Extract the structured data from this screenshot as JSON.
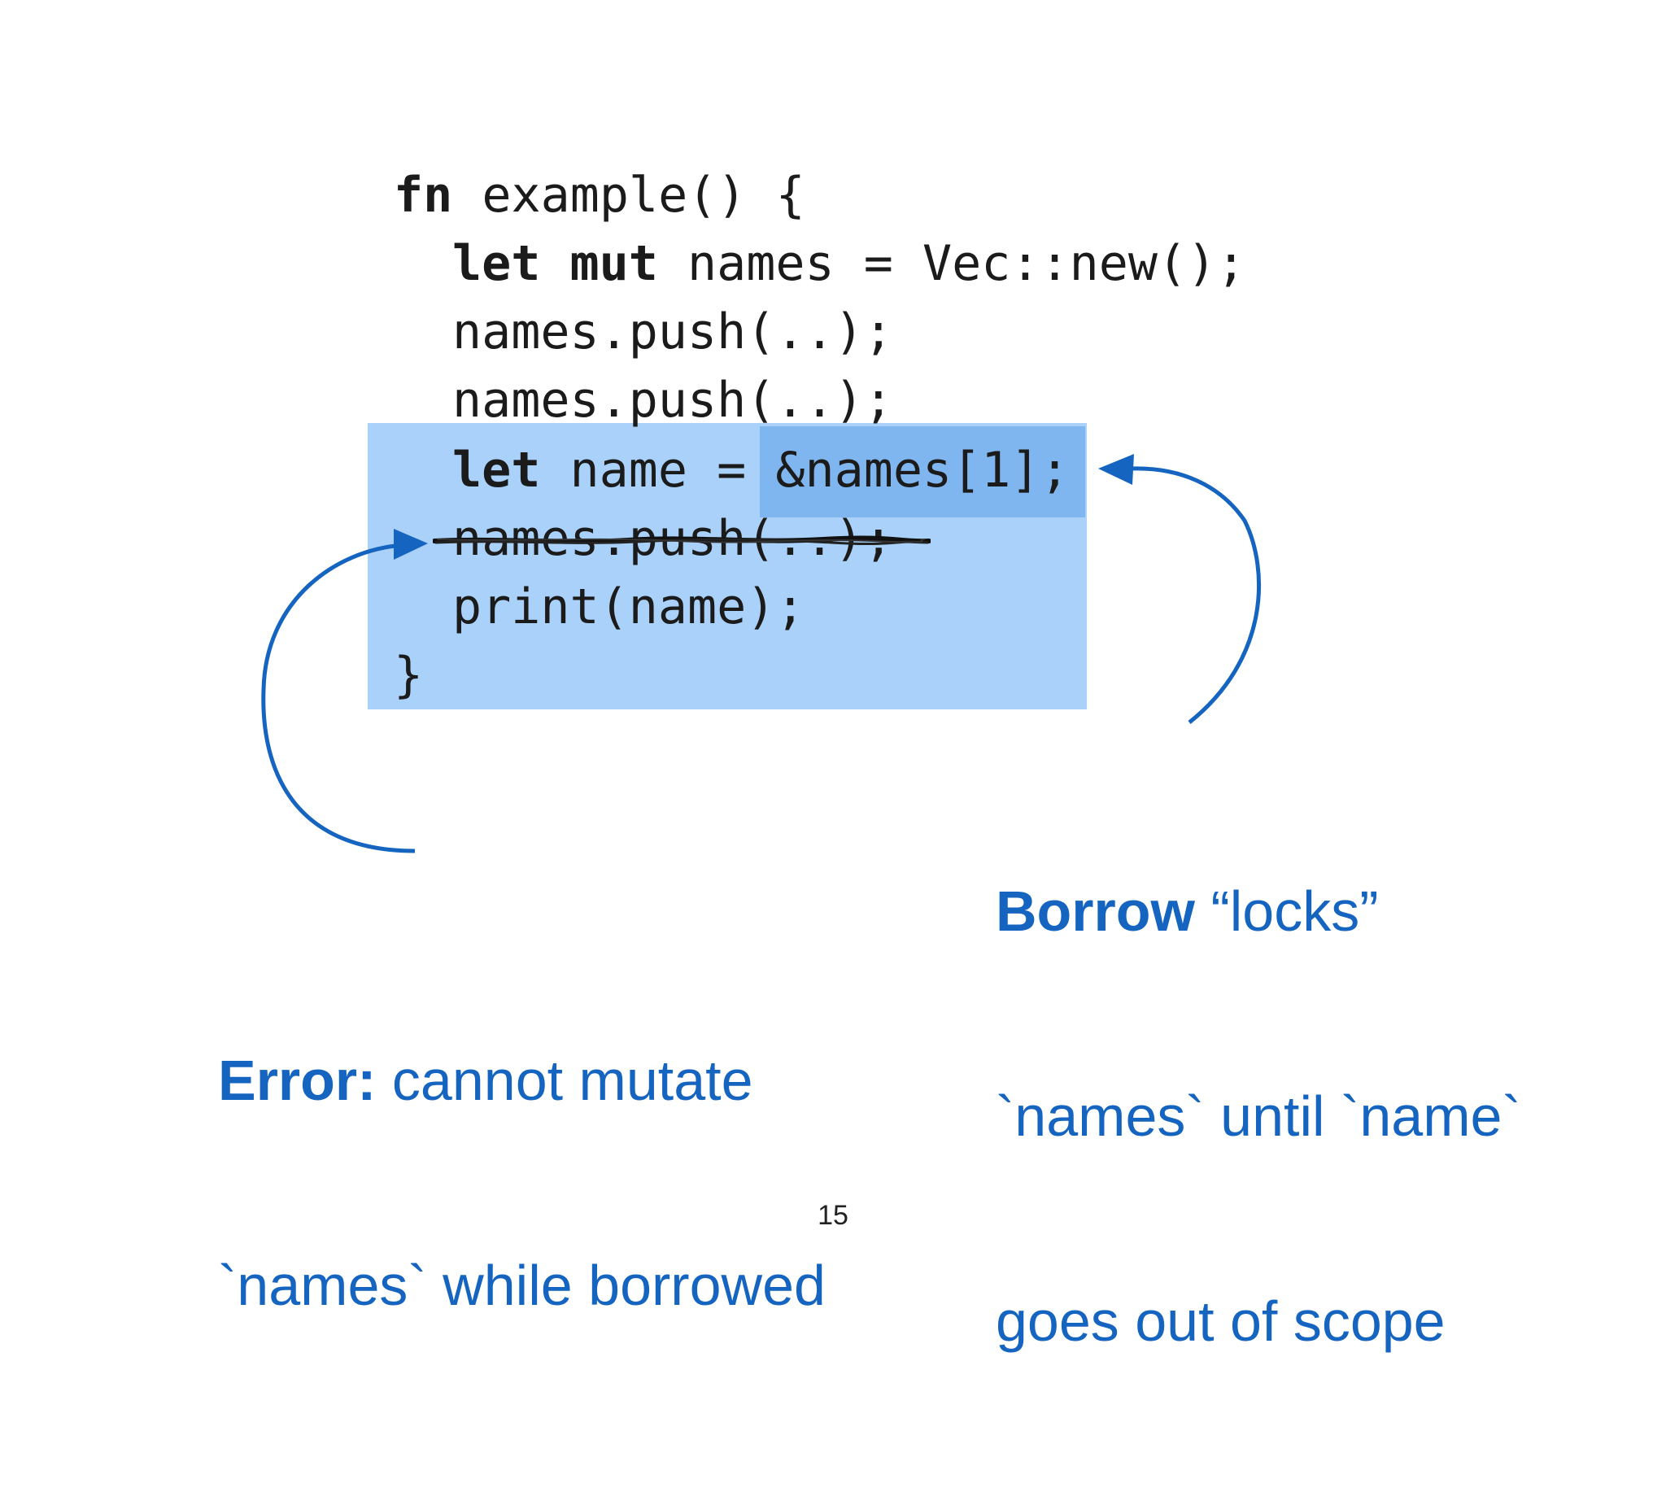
{
  "code": {
    "line_0": {
      "kw": "fn",
      "rest": " example() {"
    },
    "line_1": {
      "kw": "let mut",
      "rest": " names = Vec::new();"
    },
    "line_2": {
      "text": "names.push(..);"
    },
    "line_3": {
      "text": "names.push(..);"
    },
    "line_4": {
      "kw": "let",
      "rest_a": " name = ",
      "borrow": "&names[1];"
    },
    "line_5": {
      "text": "names.push(..);"
    },
    "line_6": {
      "text": "print(name);"
    },
    "line_7": {
      "text": "}"
    }
  },
  "captions": {
    "error": {
      "lead": "Error:",
      "line_1_rest": " cannot mutate",
      "line_2": "`names` while borrowed"
    },
    "borrow": {
      "lead": "Borrow",
      "line_1_rest": " “locks”",
      "line_2": "`names` until `name`",
      "line_3": "goes out of scope"
    }
  },
  "page_number": "15",
  "colors": {
    "accent": "#1565c0",
    "scope_region": "#a9d1f9",
    "borrow_highlight": "#7fb6ef",
    "code_text": "#1b1b1b"
  }
}
